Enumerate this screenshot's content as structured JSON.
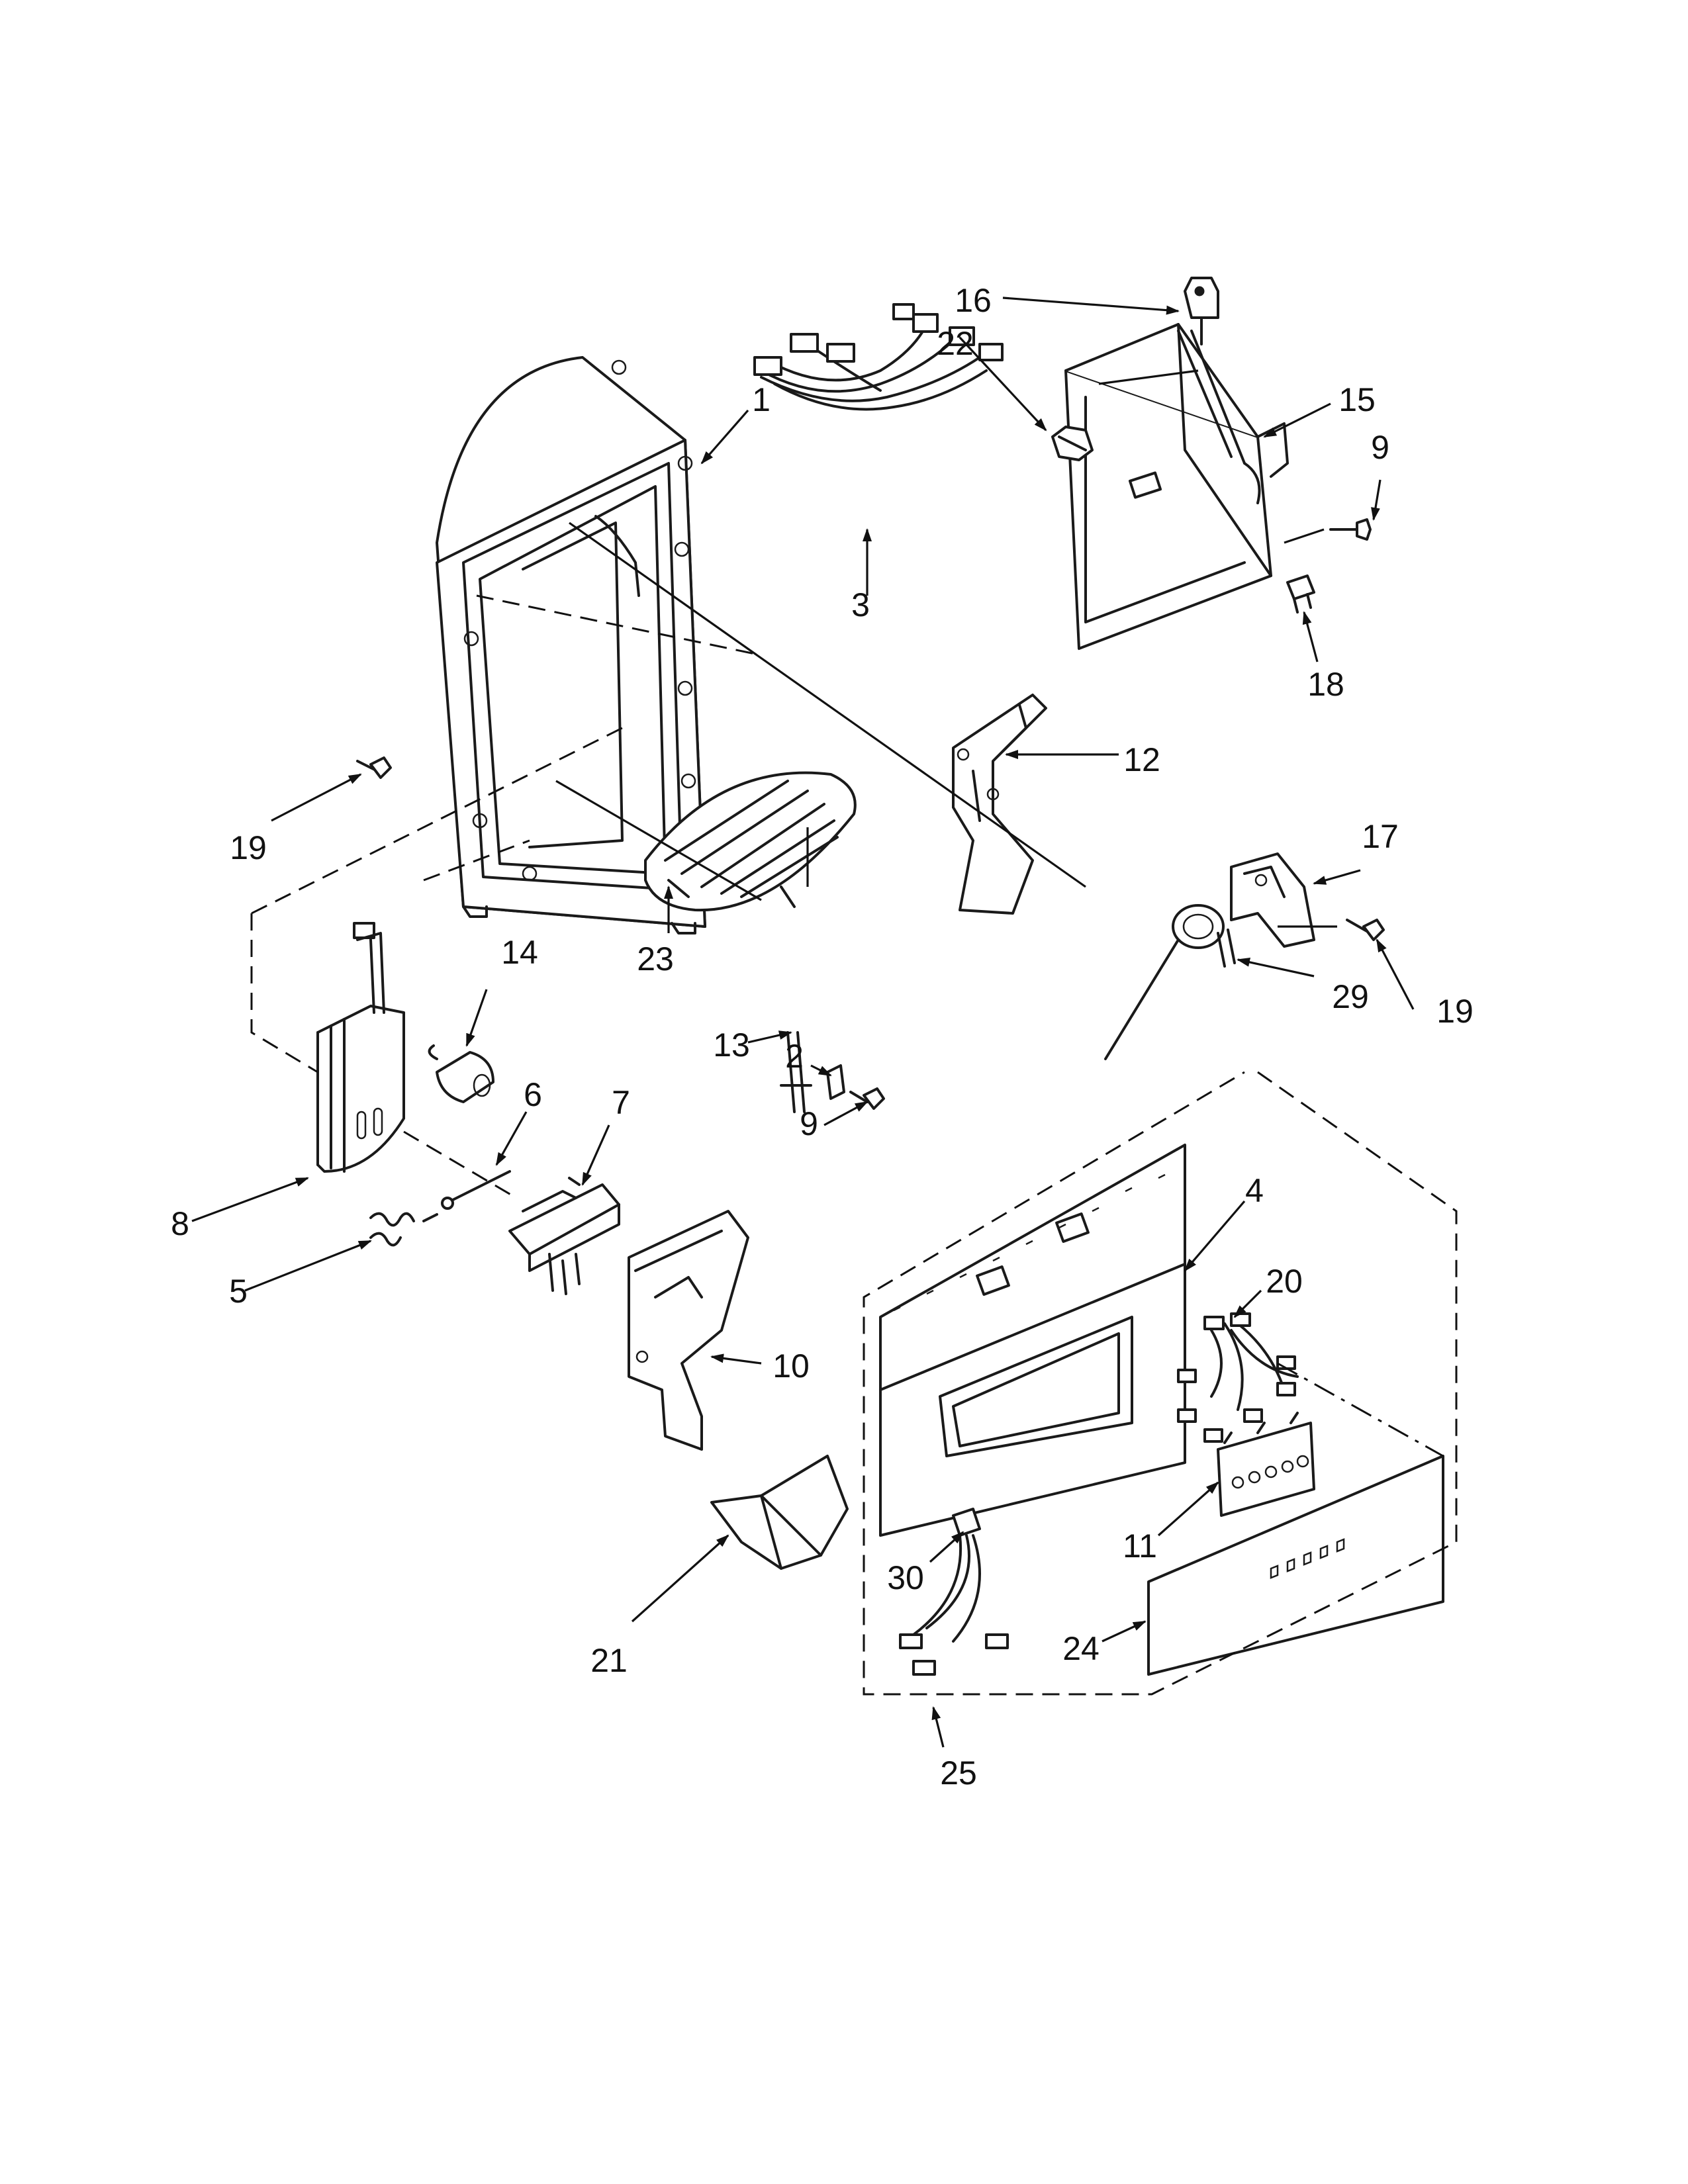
{
  "callouts": [
    {
      "id": "1",
      "label": "1"
    },
    {
      "id": "2",
      "label": "2"
    },
    {
      "id": "3",
      "label": "3"
    },
    {
      "id": "4",
      "label": "4"
    },
    {
      "id": "5",
      "label": "5"
    },
    {
      "id": "6",
      "label": "6"
    },
    {
      "id": "7",
      "label": "7"
    },
    {
      "id": "8",
      "label": "8"
    },
    {
      "id": "9a",
      "label": "9"
    },
    {
      "id": "9b",
      "label": "9"
    },
    {
      "id": "10",
      "label": "10"
    },
    {
      "id": "11",
      "label": "11"
    },
    {
      "id": "12",
      "label": "12"
    },
    {
      "id": "13",
      "label": "13"
    },
    {
      "id": "14",
      "label": "14"
    },
    {
      "id": "15",
      "label": "15"
    },
    {
      "id": "16",
      "label": "16"
    },
    {
      "id": "17",
      "label": "17"
    },
    {
      "id": "18",
      "label": "18"
    },
    {
      "id": "19a",
      "label": "19"
    },
    {
      "id": "19b",
      "label": "19"
    },
    {
      "id": "20",
      "label": "20"
    },
    {
      "id": "21",
      "label": "21"
    },
    {
      "id": "22",
      "label": "22"
    },
    {
      "id": "23",
      "label": "23"
    },
    {
      "id": "24",
      "label": "24"
    },
    {
      "id": "25",
      "label": "25"
    },
    {
      "id": "29",
      "label": "29"
    },
    {
      "id": "30",
      "label": "30"
    }
  ]
}
